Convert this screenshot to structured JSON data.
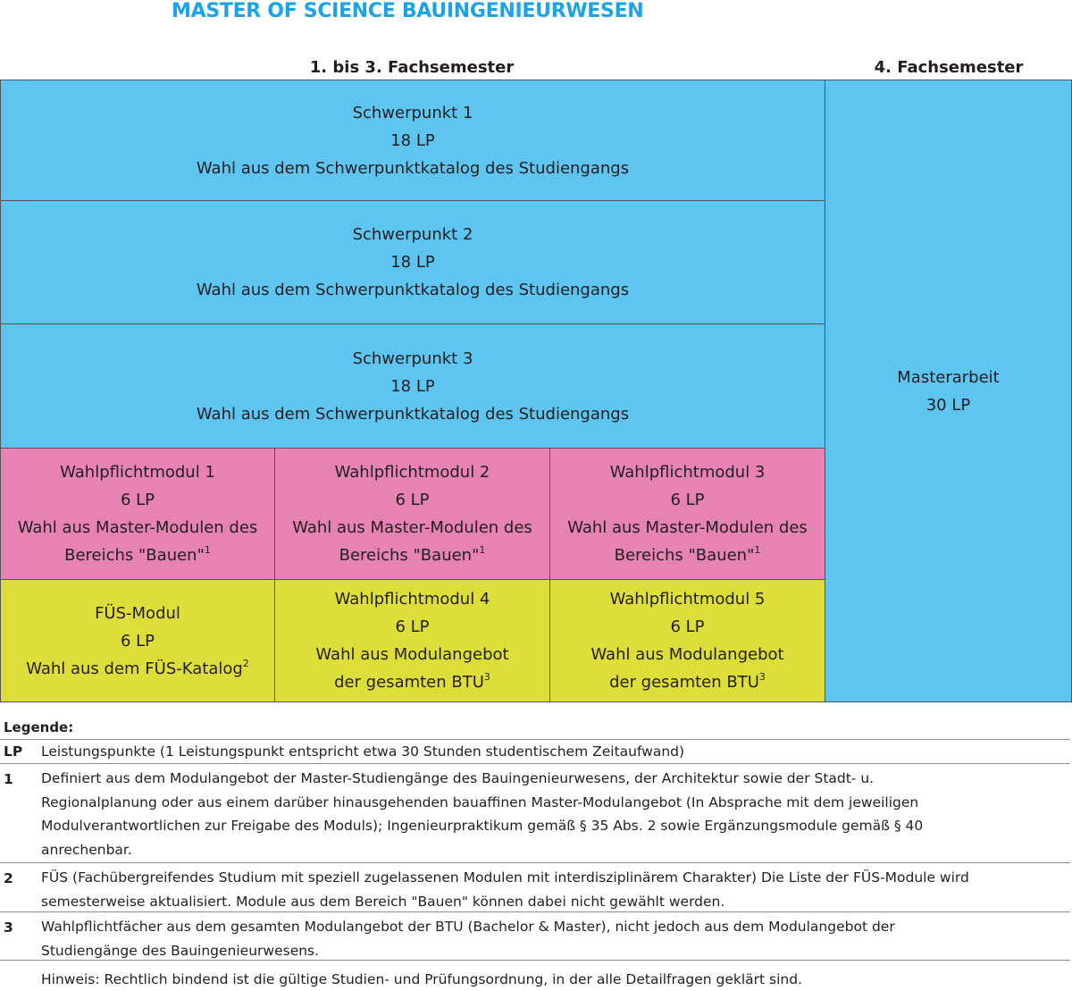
{
  "title": "MASTER OF SCIENCE BAUINGENIEURWESEN",
  "columns": {
    "left": "1. bis 3. Fachsemester",
    "right": "4. Fachsemester"
  },
  "schwerpunkte": [
    {
      "name": "Schwerpunkt 1",
      "lp": "18 LP",
      "desc": "Wahl aus dem Schwerpunktkatalog des Studiengangs"
    },
    {
      "name": "Schwerpunkt 2",
      "lp": "18 LP",
      "desc": "Wahl aus dem Schwerpunktkatalog des Studiengangs"
    },
    {
      "name": "Schwerpunkt 3",
      "lp": "18 LP",
      "desc": "Wahl aus dem Schwerpunktkatalog des Studiengangs"
    }
  ],
  "wahlpflicht_bauen": [
    {
      "name": "Wahlpflichtmodul 1",
      "lp": "6 LP",
      "desc1": "Wahl aus Master-Modulen des",
      "desc2": "Bereichs \"Bauen\"",
      "ref": "1"
    },
    {
      "name": "Wahlpflichtmodul 2",
      "lp": "6 LP",
      "desc1": "Wahl aus Master-Modulen des",
      "desc2": "Bereichs \"Bauen\"",
      "ref": "1"
    },
    {
      "name": "Wahlpflichtmodul 3",
      "lp": "6 LP",
      "desc1": "Wahl aus Master-Modulen des",
      "desc2": "Bereichs \"Bauen\"",
      "ref": "1"
    }
  ],
  "fues": {
    "name": "FÜS-Modul",
    "lp": "6 LP",
    "desc": "Wahl aus dem FÜS-Katalog",
    "ref": "2"
  },
  "wahlpflicht_btu": [
    {
      "name": "Wahlpflichtmodul 4",
      "lp": "6 LP",
      "desc1": "Wahl aus Modulangebot",
      "desc2": "der gesamten BTU",
      "ref": "3"
    },
    {
      "name": "Wahlpflichtmodul 5",
      "lp": "6 LP",
      "desc1": "Wahl aus Modulangebot",
      "desc2": "der gesamten BTU",
      "ref": "3"
    }
  ],
  "masterarbeit": {
    "name": "Masterarbeit",
    "lp": "30 LP"
  },
  "legend": {
    "title": "Legende:",
    "items": [
      {
        "key": "LP",
        "lines": [
          "Leistungspunkte (1 Leistungspunkt entspricht etwa 30 Stunden studentischem Zeitaufwand)"
        ]
      },
      {
        "key": "1",
        "lines": [
          "Definiert aus dem Modulangebot der Master-Studiengänge des Bauingenieurwesens, der Architektur sowie der Stadt- u.",
          "Regionalplanung oder aus einem darüber hinausgehenden bauaffinen Master-Modulangebot (In Absprache mit dem jeweiligen",
          "Modulverantwortlichen zur Freigabe des Moduls); Ingenieurpraktikum gemäß § 35 Abs. 2 sowie Ergänzungsmodule gemäß § 40",
          "anrechenbar."
        ]
      },
      {
        "key": "2",
        "lines": [
          "FÜS (Fachübergreifendes Studium mit speziell zugelassenen Modulen mit interdisziplinärem Charakter) Die Liste der FÜS-Module wird",
          "semesterweise aktualisiert. Module aus dem Bereich \"Bauen\" können dabei nicht gewählt werden."
        ]
      },
      {
        "key": "3",
        "lines": [
          "Wahlpflichtfächer aus dem gesamten Modulangebot der BTU (Bachelor & Master), nicht jedoch aus dem Modulangebot der",
          "Studiengänge des Bauingenieurwesens."
        ]
      }
    ],
    "note": "Hinweis: Rechtlich bindend ist die gültige Studien- und Prüfungsordnung, in der alle Detailfragen geklärt sind."
  },
  "colors": {
    "blue": "#5ec4f0",
    "pink": "#e683b3",
    "yellow": "#dede3a",
    "title": "#1aa3e8"
  }
}
